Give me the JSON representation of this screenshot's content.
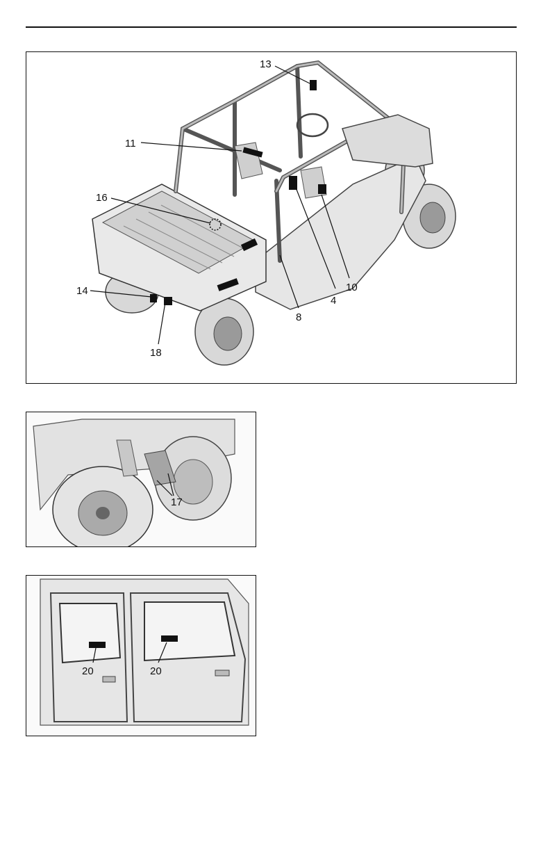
{
  "figures": [
    {
      "id": "vehicle-overview",
      "callouts": [
        "13",
        "11",
        "16",
        "14",
        "18",
        "8",
        "4",
        "10"
      ]
    },
    {
      "id": "rear-suspension-detail",
      "callouts": [
        "17"
      ]
    },
    {
      "id": "door-interior-detail",
      "callouts": [
        "20",
        "20"
      ]
    }
  ]
}
